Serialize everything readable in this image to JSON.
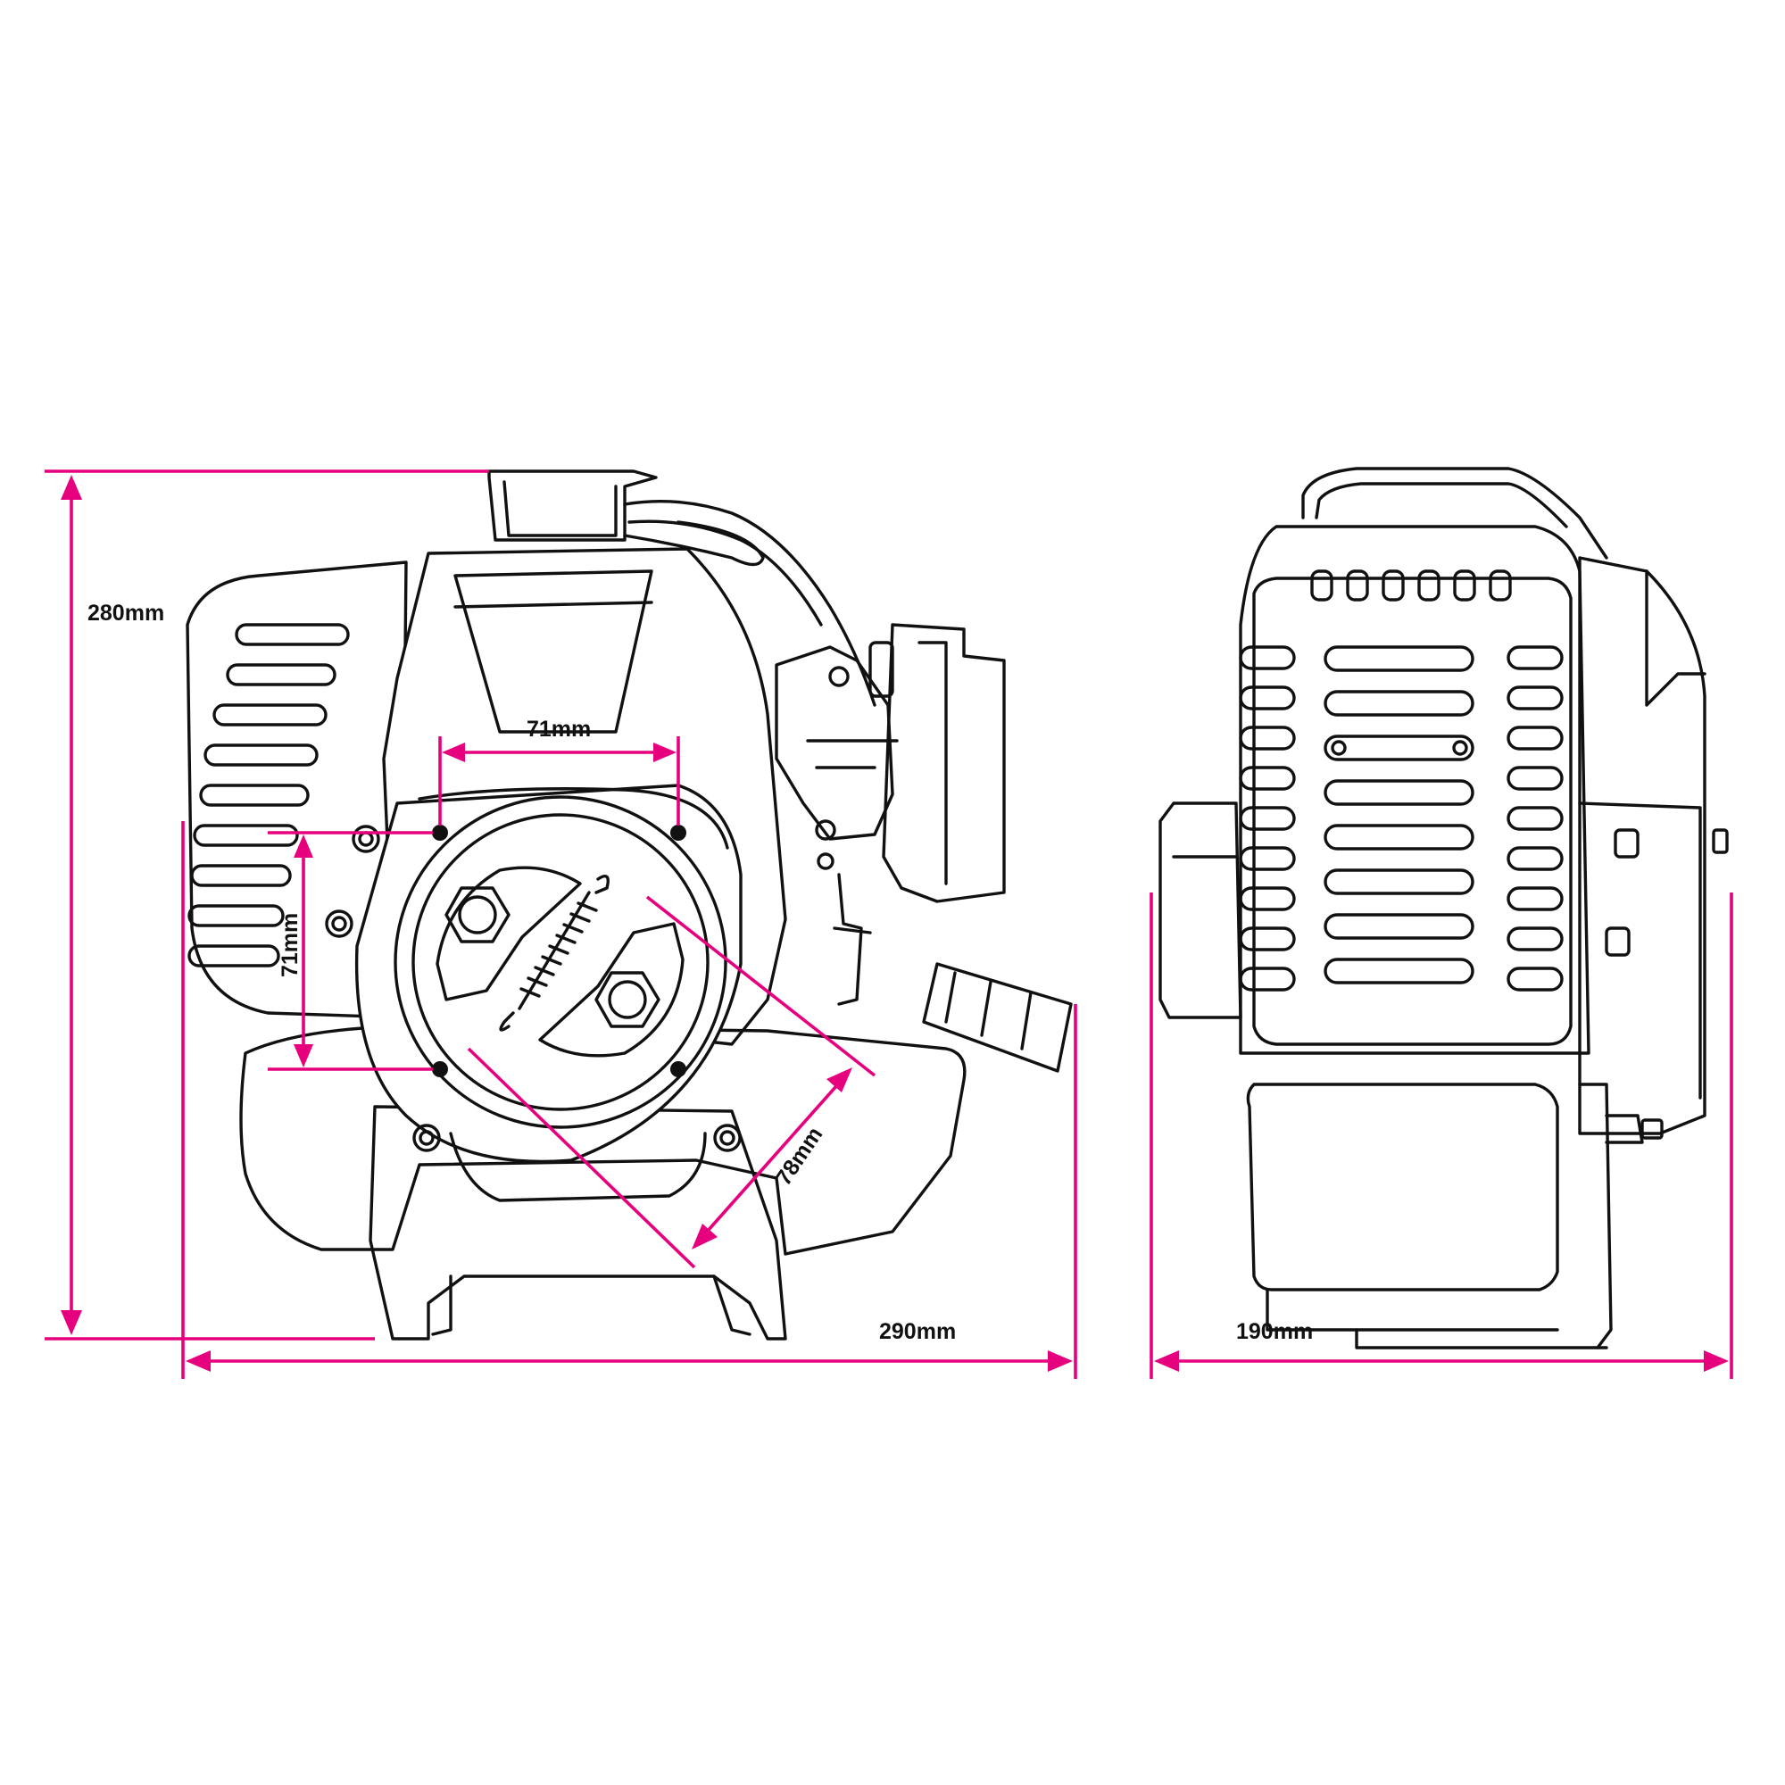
{
  "colors": {
    "dimension": "#e6007e",
    "outline": "#111111",
    "background": "#ffffff"
  },
  "dimensions": {
    "overall_height": "280mm",
    "front_width": "290mm",
    "side_width": "190mm",
    "bolt_spacing_horizontal": "71mm",
    "bolt_spacing_vertical": "71mm",
    "bolt_spacing_diagonal": "78mm"
  },
  "views": [
    "front-view",
    "side-view"
  ]
}
